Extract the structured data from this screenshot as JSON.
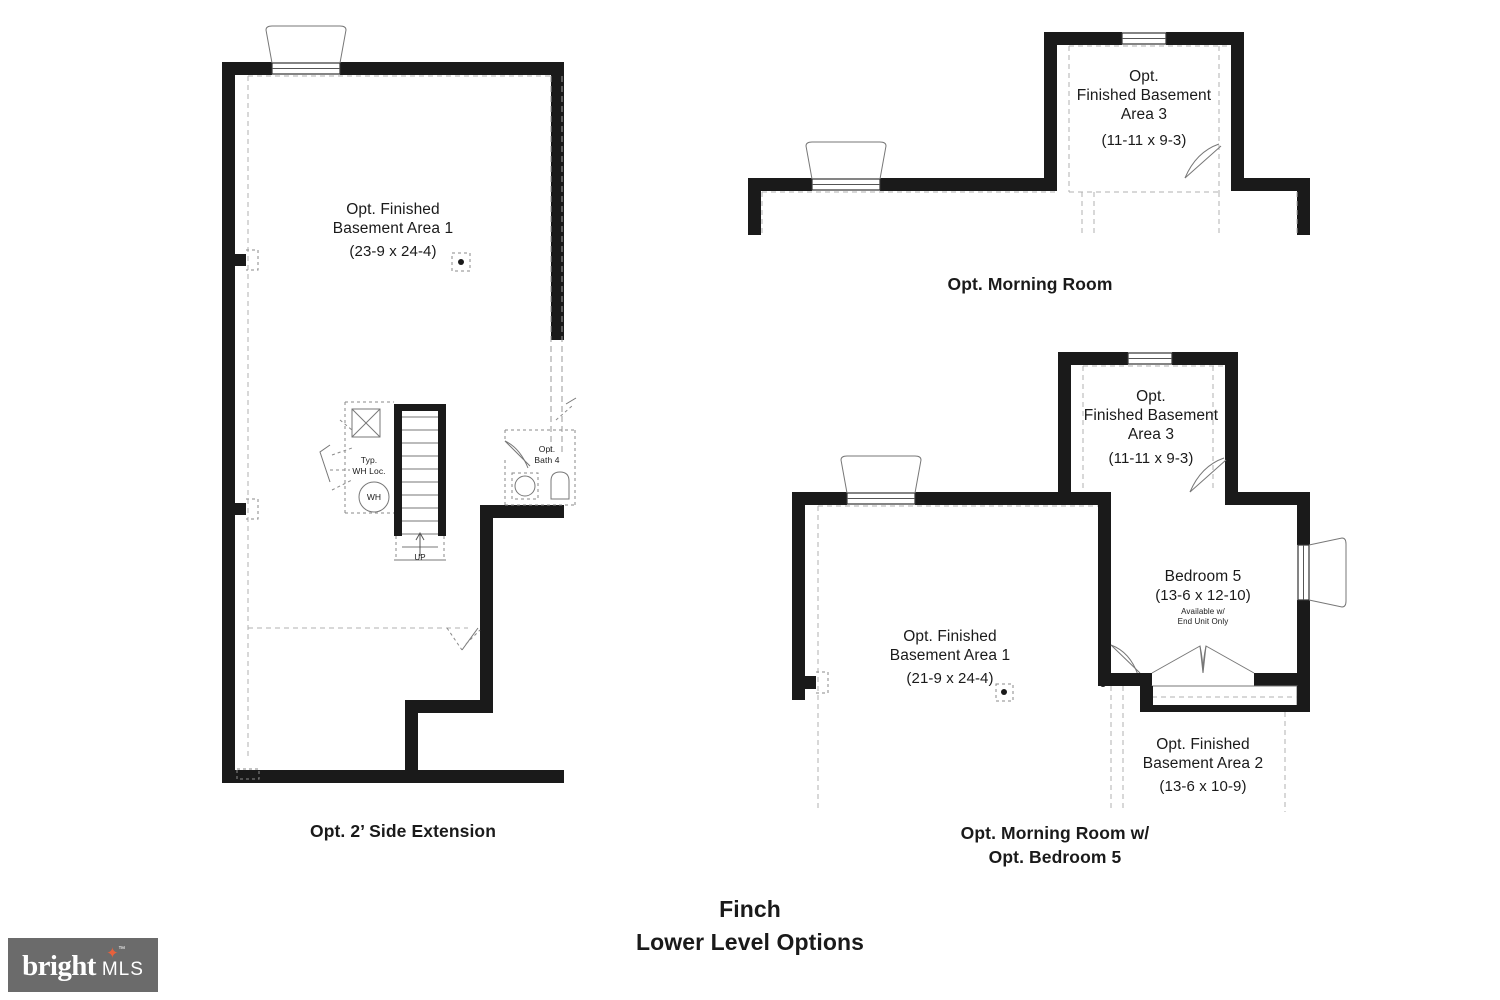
{
  "document": {
    "type": "floor-plan-sheet",
    "title_line1": "Finch",
    "title_line2": "Lower Level Options",
    "background_color": "#ffffff",
    "wall_color": "#1a1a1a",
    "line_color": "#666666"
  },
  "plans": [
    {
      "id": "plan-side-extension",
      "caption": "Opt. 2’ Side Extension",
      "rooms": [
        {
          "name": "Opt. Finished\nBasement Area 1",
          "dimensions": "(23-9 x 24-4)"
        }
      ],
      "annotations": [
        {
          "name": "water-heater-note",
          "text": "Typ.\nWH Loc."
        },
        {
          "name": "water-heater-symbol",
          "text": "WH"
        },
        {
          "name": "stair-direction",
          "text": "UP"
        },
        {
          "name": "optional-bath",
          "text": "Opt.\nBath 4"
        }
      ]
    },
    {
      "id": "plan-morning-room",
      "caption": "Opt. Morning Room",
      "rooms": [
        {
          "name": "Opt.\nFinished Basement\nArea 3",
          "dimensions": "(11-11 x 9-3)"
        }
      ],
      "annotations": []
    },
    {
      "id": "plan-morning-room-bedroom5",
      "caption_line1": "Opt. Morning Room w/",
      "caption_line2": "Opt. Bedroom 5",
      "rooms": [
        {
          "name": "Opt.\nFinished Basement\nArea 3",
          "dimensions": "(11-11 x 9-3)"
        },
        {
          "name": "Bedroom 5",
          "dimensions": "(13-6 x 12-10)",
          "note": "Available w/\nEnd Unit Only"
        },
        {
          "name": "Opt. Finished\nBasement Area 1",
          "dimensions": "(21-9 x 24-4)"
        },
        {
          "name": "Opt. Finished\nBasement Area 2",
          "dimensions": "(13-6 x 10-9)"
        }
      ],
      "annotations": []
    }
  ],
  "watermark": {
    "brand": "bright",
    "suffix": "MLS",
    "trademark": "™",
    "background_color": "#6b6b6b",
    "accent_color": "#e8613c",
    "text_color": "#ffffff"
  }
}
